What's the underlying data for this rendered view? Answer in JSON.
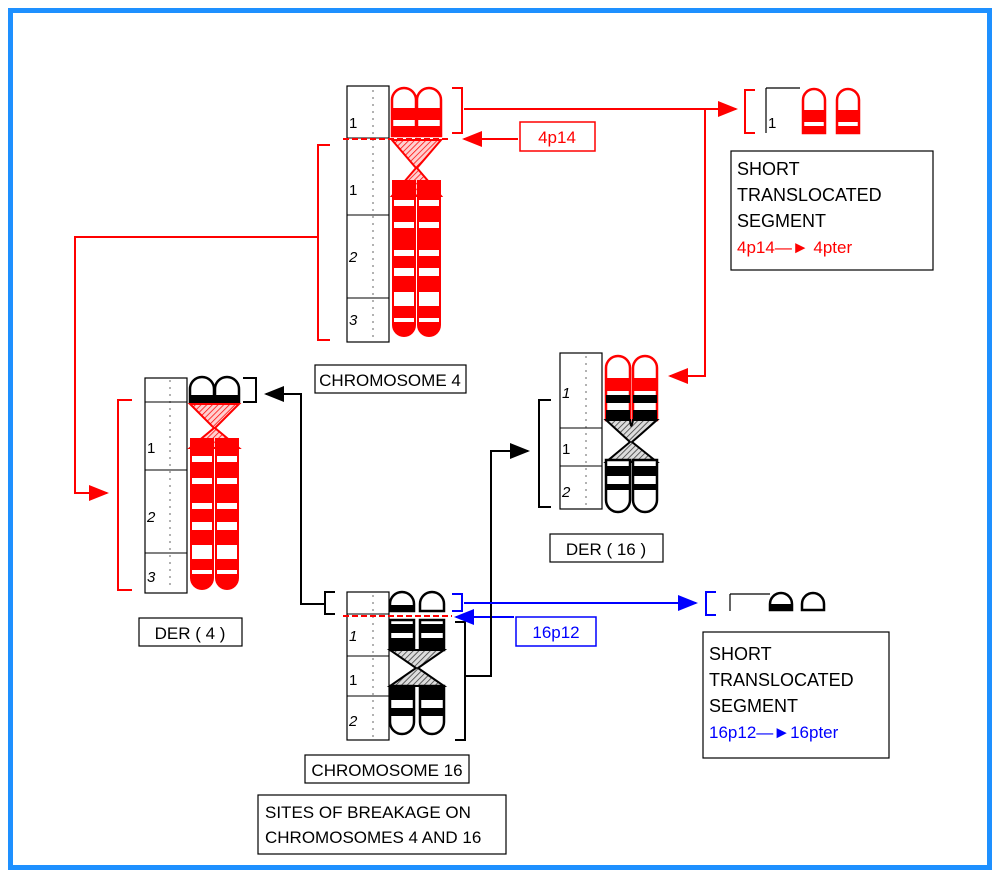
{
  "labels": {
    "chromosome4": "CHROMOSOME 4",
    "chromosome16": "CHROMOSOME 16",
    "der4": "DER ( 4 )",
    "der16": "DER ( 16 )",
    "break4": "4p14",
    "break16": "16p12",
    "seg4": {
      "line1": "SHORT",
      "line2": "TRANSLOCATED",
      "line3": "SEGMENT",
      "range": "4p14—► 4pter"
    },
    "seg16": {
      "line1": "SHORT",
      "line2": "TRANSLOCATED",
      "line3": "SEGMENT",
      "range": "16p12—►16pter"
    },
    "caption": {
      "line1": "SITES OF BREAKAGE ON",
      "line2": "CHROMOSOMES 4 AND 16"
    }
  },
  "region_numbers": {
    "c4": [
      "1",
      "1",
      "2",
      "3"
    ],
    "c16": [
      "1",
      "1",
      "2"
    ],
    "der4": [
      "1",
      "2",
      "3"
    ],
    "der16": [
      "1",
      "1",
      "2"
    ],
    "seg4": "1"
  },
  "colors": {
    "frame": "#1e90ff",
    "chr4": "#ff0000",
    "chr16": "#000000",
    "arrow4": "#ff0000",
    "arrow16": "#0000ff"
  }
}
